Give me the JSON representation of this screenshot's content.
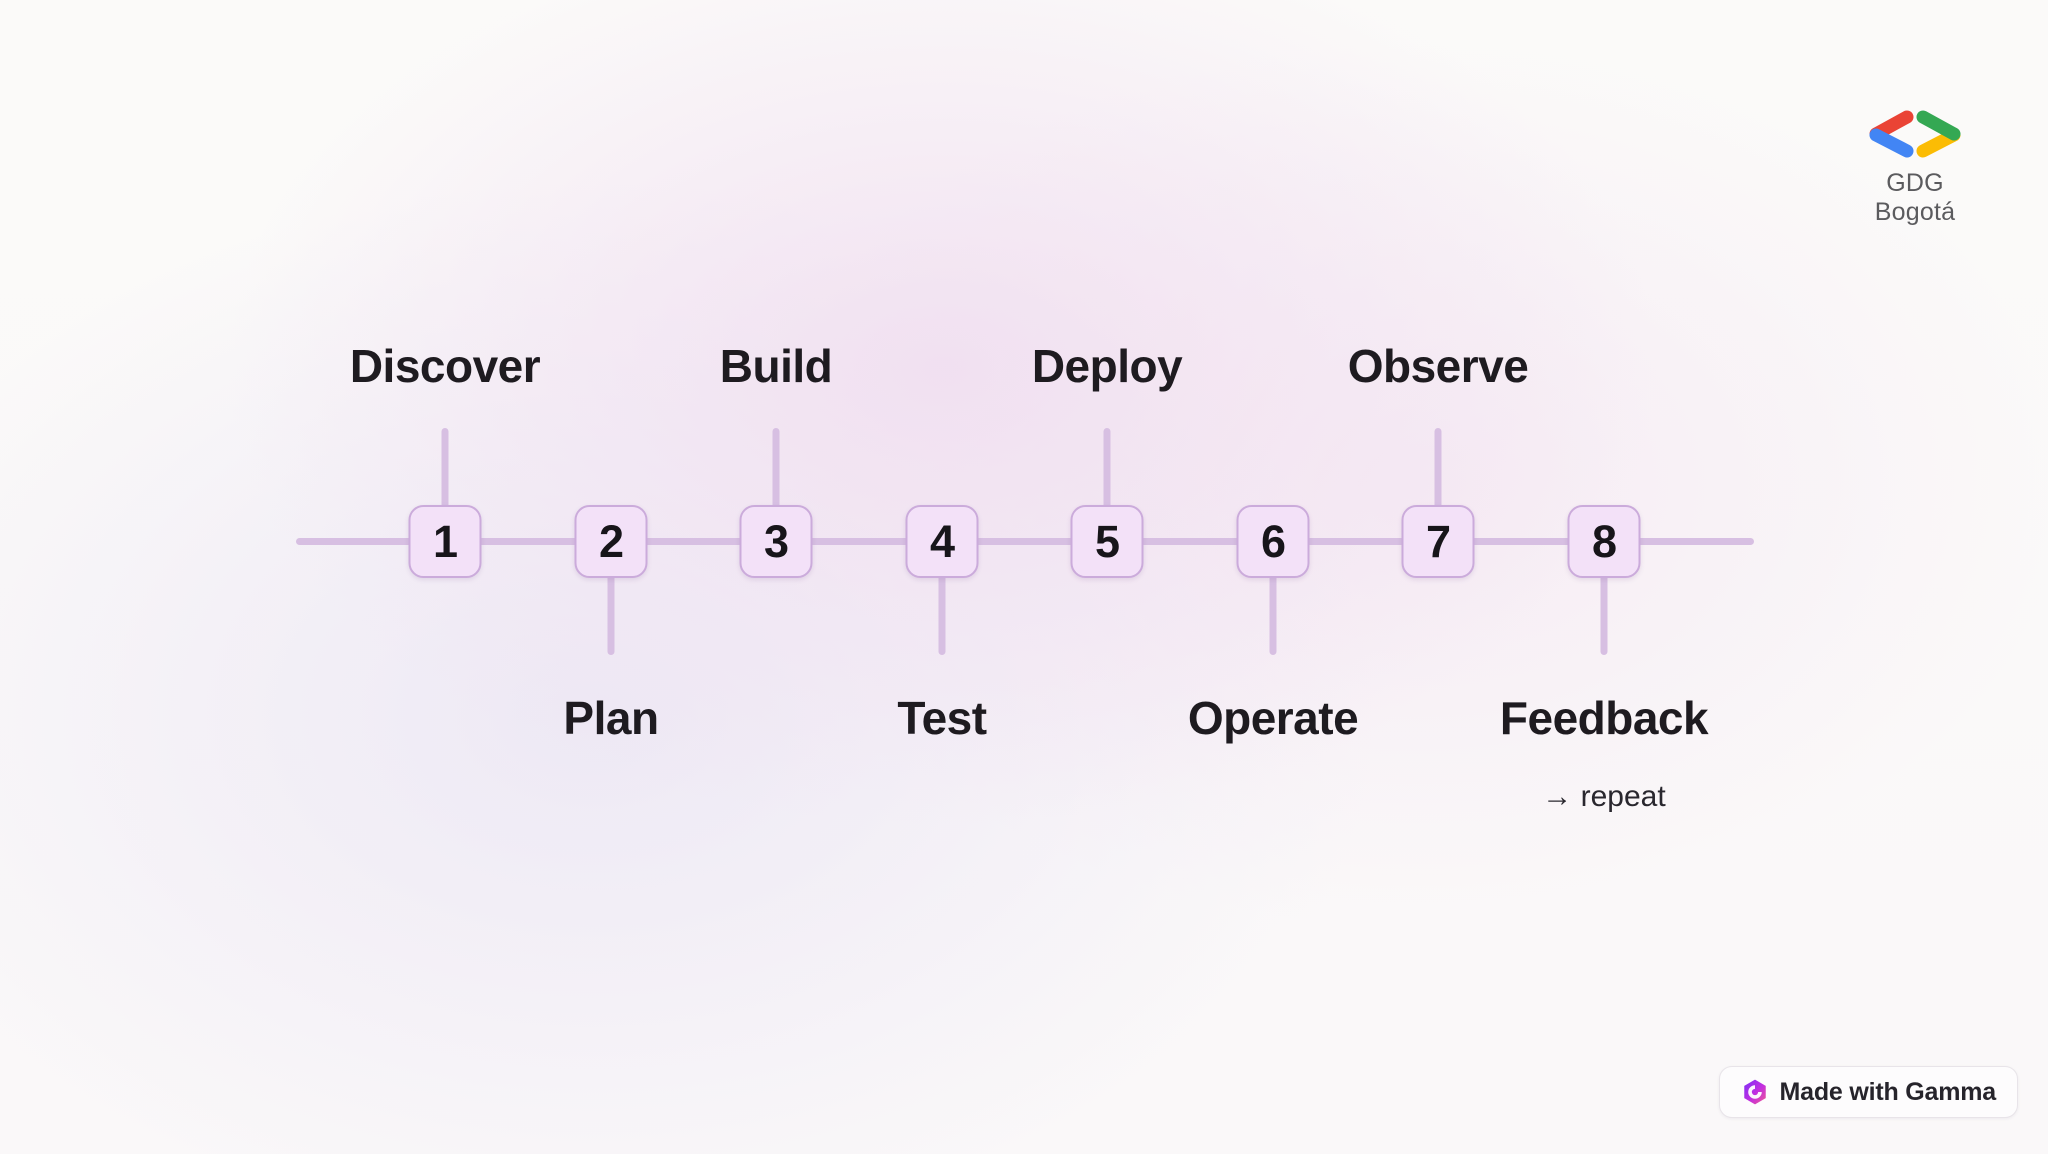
{
  "logo": {
    "text": "GDG Bogotá",
    "colors": {
      "red": "#EA4335",
      "blue": "#4285F4",
      "green": "#34A853",
      "yellow": "#FBBC04"
    }
  },
  "timeline": {
    "steps": [
      {
        "number": "1",
        "label": "Discover",
        "label_position": "top"
      },
      {
        "number": "2",
        "label": "Plan",
        "label_position": "bottom"
      },
      {
        "number": "3",
        "label": "Build",
        "label_position": "top"
      },
      {
        "number": "4",
        "label": "Test",
        "label_position": "bottom"
      },
      {
        "number": "5",
        "label": "Deploy",
        "label_position": "top"
      },
      {
        "number": "6",
        "label": "Operate",
        "label_position": "bottom"
      },
      {
        "number": "7",
        "label": "Observe",
        "label_position": "top"
      },
      {
        "number": "8",
        "label": "Feedback",
        "label_position": "bottom"
      }
    ],
    "repeat_note": "→ repeat",
    "line_color": "#d7bfe2",
    "box_fill": "#f3e1f8",
    "box_border": "#cbabdb"
  },
  "badge": {
    "label": "Made with Gamma"
  }
}
